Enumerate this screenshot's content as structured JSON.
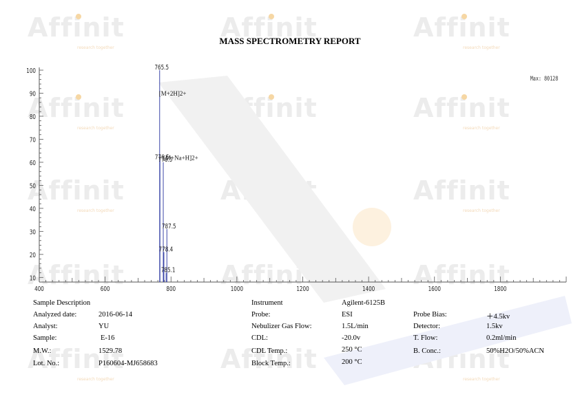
{
  "title": "MASS SPECTROMETRY REPORT",
  "watermark": {
    "logo": "Affinit",
    "tagline": "research together"
  },
  "colors": {
    "peak": "#3b46a8",
    "axis": "#555555",
    "watermark": "#ececec",
    "accent": "#f6d7a4"
  },
  "chart_data": {
    "type": "bar",
    "x": [
      765.5,
      766.5,
      776.5,
      778.4,
      785.1,
      787.5
    ],
    "values": [
      100,
      61,
      60,
      21,
      12,
      31
    ],
    "peak_labels": [
      "765.5",
      "776.5",
      "776.5",
      "778.4",
      "785.1",
      "787.5"
    ],
    "annotations": [
      {
        "text": "[M+2H]2+",
        "x": 765.5,
        "y": 89
      },
      {
        "text": "[M+Na+H]2+",
        "x": 776.5,
        "y": 61
      }
    ],
    "max_label": "Max: 80128",
    "xlim": [
      400,
      2000
    ],
    "ylim": [
      8,
      100
    ],
    "x_ticks": [
      400,
      600,
      800,
      1000,
      1200,
      1400,
      1600,
      1800
    ],
    "y_ticks": [
      10,
      20,
      30,
      40,
      50,
      60,
      70,
      80,
      90,
      100
    ],
    "grid": false
  },
  "info": {
    "sample_description": "Sample Description",
    "left_rows": [
      {
        "label": "Analyzed date:",
        "value": "2016-06-14"
      },
      {
        "label": "Analyst:",
        "value": "YU"
      },
      {
        "label": "Sample:",
        "value": "E-16"
      },
      {
        "label": "M.W.:",
        "value": "1529.78"
      },
      {
        "label": "Lot. No.:",
        "value": "P160604-MJ658683"
      }
    ],
    "mid_rows": [
      {
        "label": "Instrument",
        "value": "Agilent-6125B"
      },
      {
        "label": "Probe:",
        "value": "ESI"
      },
      {
        "label": "Nebulizer Gas Flow:",
        "value": "1.5L/min"
      },
      {
        "label": "CDL:",
        "value": "-20.0v"
      },
      {
        "label": "CDL Temp.:",
        "value": "250 °C"
      },
      {
        "label": "Block Temp.:",
        "value": "200 °C"
      }
    ],
    "right_rows": [
      {
        "label": "Probe Bias:",
        "value": "＋4.5kv"
      },
      {
        "label": "Detector:",
        "value": "1.5kv"
      },
      {
        "label": "T. Flow:",
        "value": "0.2ml/min"
      },
      {
        "label": "B. Conc.:",
        "value": "50%H2O/50%ACN"
      }
    ]
  }
}
